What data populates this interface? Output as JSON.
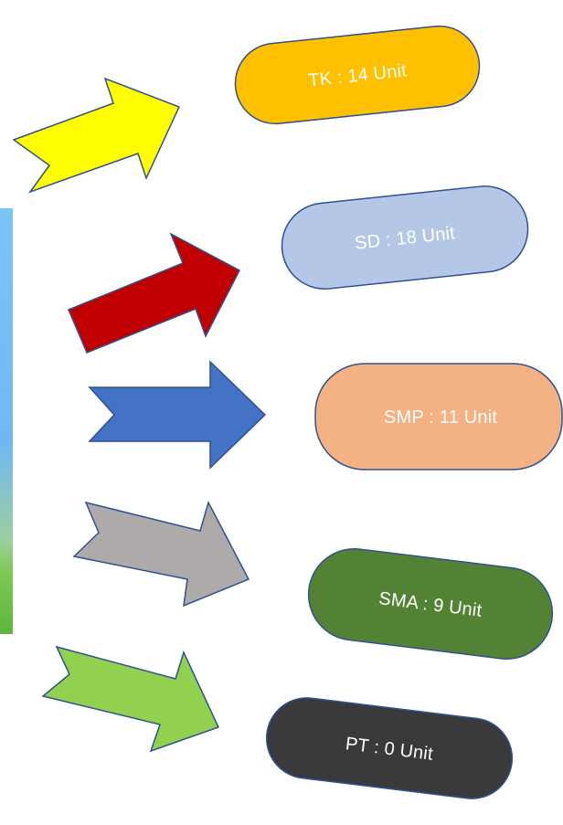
{
  "diagram": {
    "items": [
      {
        "label": "TK : 14 Unit",
        "fill": "#FFC000",
        "text_color": "#FFFFFF",
        "arrow_color": "#FFFF00"
      },
      {
        "label": "SD : 18 Unit",
        "fill": "#B4C7E7",
        "text_color": "#FFFFFF",
        "arrow_color": "#C00000"
      },
      {
        "label": "SMP : 11 Unit",
        "fill": "#F4B183",
        "text_color": "#FFFFFF",
        "arrow_color": "#4472C4"
      },
      {
        "label": "SMA : 9 Unit",
        "fill": "#548235",
        "text_color": "#FFFFFF",
        "arrow_color": "#AEAAAA"
      },
      {
        "label": "PT : 0 Unit",
        "fill": "#3A3A3A",
        "text_color": "#FFFFFF",
        "arrow_color": "#92D050"
      }
    ],
    "outline_color": "#2F528F",
    "left_image": {
      "sky_color": "#6FB8F3",
      "grass_color": "#6CC24A"
    }
  }
}
